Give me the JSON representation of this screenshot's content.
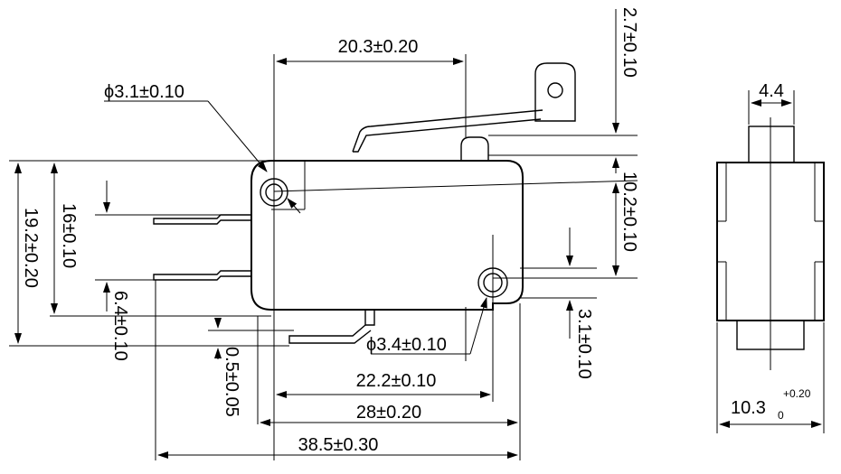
{
  "dimensions": {
    "top_width": "20.3±0.20",
    "hole_dia": "ϕ3.1±0.10",
    "lever_gap": "2.7±0.10",
    "height_total": "19.2±0.20",
    "terminal_spacing": "16±0.10",
    "lower_offset": "6.4±0.10",
    "body_height_right": "10.2±0.10",
    "mount_dia": "ϕ3.4±0.10",
    "terminal_thickness": "0.5±0.05",
    "mount_offset": "3.1±0.10",
    "hole_spacing": "22.2±0.10",
    "body_length": "28±0.20",
    "overall_length": "38.5±0.30",
    "side_top_width": "4.4",
    "side_width_base": "10.3",
    "side_width_tol_upper": "+0.20",
    "side_width_tol_lower": "0"
  }
}
